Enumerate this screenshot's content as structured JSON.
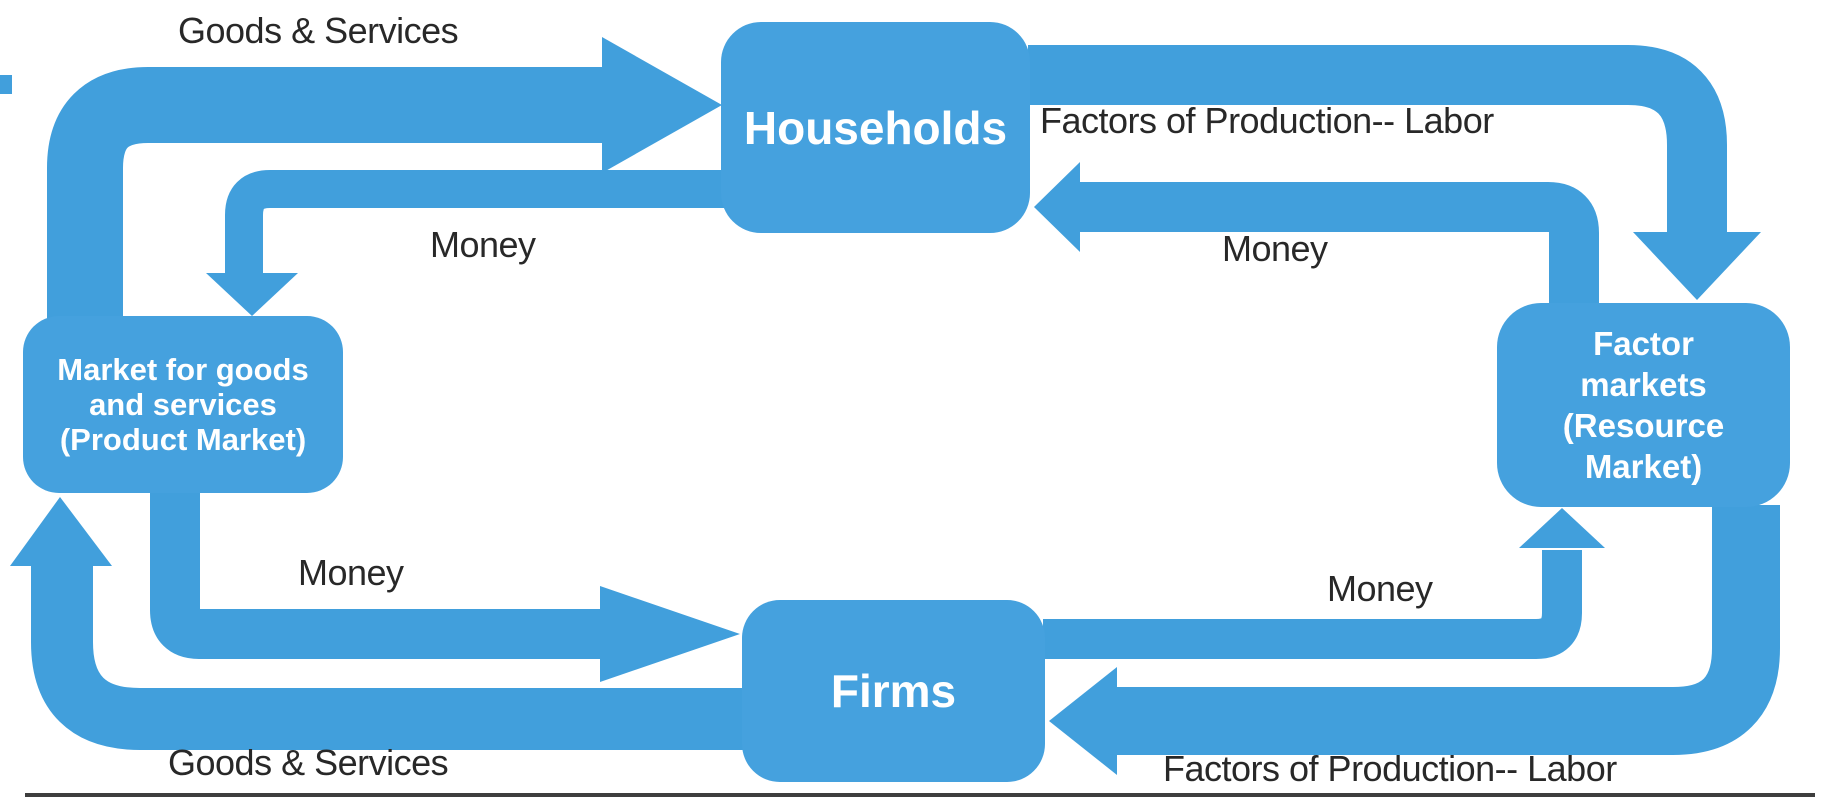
{
  "diagram": {
    "type": "circular-flow-of-income",
    "background": "#ffffff"
  },
  "colors": {
    "arrow_fill": "#419fdc",
    "node_fill": "#45a1de",
    "node_text": "#ffffff",
    "label_text": "#282828",
    "baseline": "#3e3e3e"
  },
  "nodes": [
    {
      "id": "households",
      "label": "Households"
    },
    {
      "id": "product-market",
      "label": "Market for goods and services (Product Market)",
      "lines": [
        "Market for goods",
        "and services",
        "(Product Market)"
      ]
    },
    {
      "id": "factor-market",
      "label": "Factor markets (Resource Market)",
      "lines": [
        "Factor",
        "markets",
        "(Resource",
        "Market)"
      ]
    },
    {
      "id": "firms",
      "label": "Firms"
    }
  ],
  "flow_labels": {
    "goods_services_top": "Goods & Services",
    "factors_of_production_top": "Factors of Production-- Labor",
    "money_top_left": "Money",
    "money_top_right": "Money",
    "money_bottom_left": "Money",
    "money_bottom_right": "Money",
    "goods_services_bottom": "Goods & Services",
    "factors_of_production_bottom": "Factors of Production-- Labor"
  },
  "edges": [
    {
      "from": "Market for goods and services (Product Market)",
      "to": "Households",
      "label": "Goods & Services"
    },
    {
      "from": "Households",
      "to": "Market for goods and services (Product Market)",
      "label": "Money"
    },
    {
      "from": "Households",
      "to": "Factor markets (Resource Market)",
      "label": "Factors of Production-- Labor"
    },
    {
      "from": "Factor markets (Resource Market)",
      "to": "Households",
      "label": "Money"
    },
    {
      "from": "Market for goods and services (Product Market)",
      "to": "Firms",
      "label": "Money"
    },
    {
      "from": "Firms",
      "to": "Market for goods and services (Product Market)",
      "label": "Goods & Services"
    },
    {
      "from": "Firms",
      "to": "Factor markets (Resource Market)",
      "label": "Money"
    },
    {
      "from": "Factor markets (Resource Market)",
      "to": "Firms",
      "label": "Factors of Production-- Labor"
    }
  ]
}
